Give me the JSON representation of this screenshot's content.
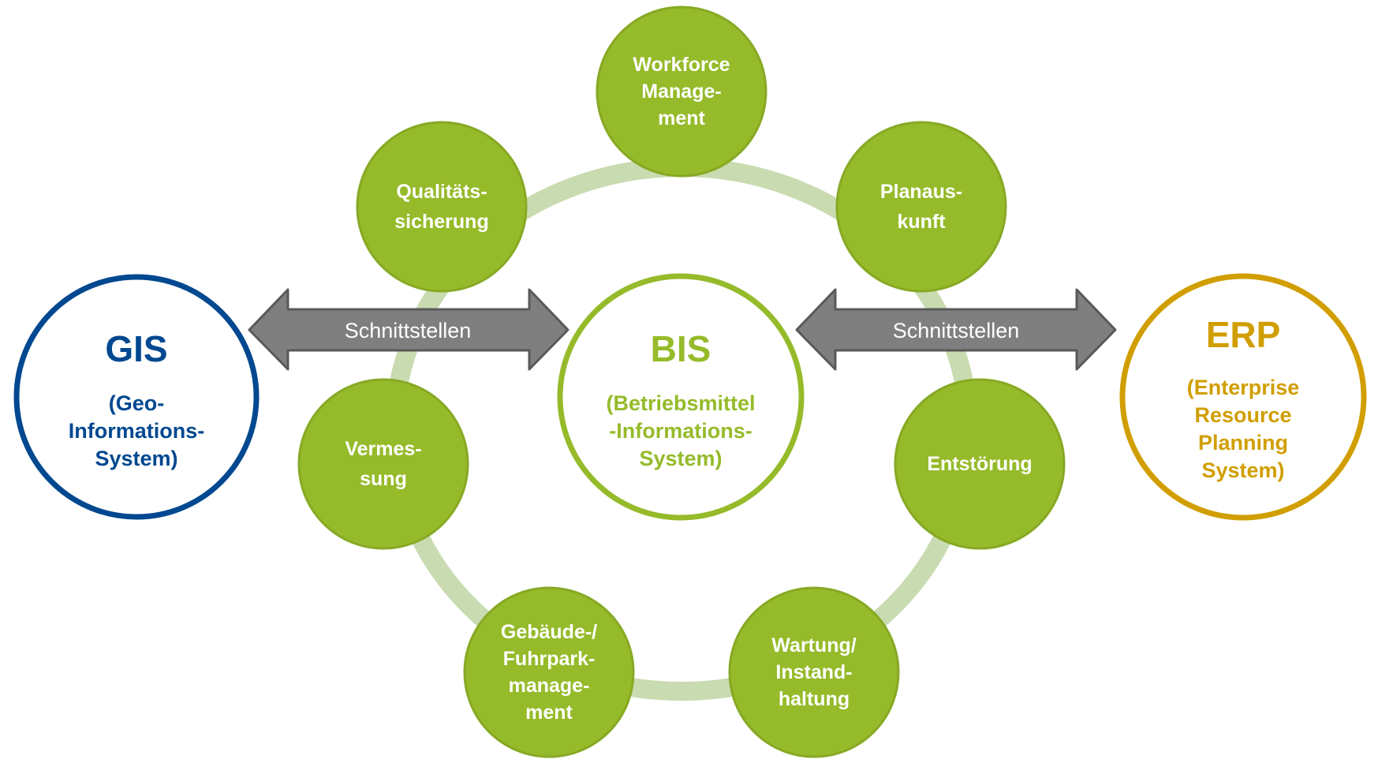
{
  "colors": {
    "ring": "#c9dbb0",
    "node_fill": "#95bb2a",
    "node_stroke": "#86a924",
    "gis": "#004890",
    "bis": "#95bb2a",
    "erp": "#d19e00",
    "arrow_fill": "#7f7f7f",
    "arrow_stroke": "#595959"
  },
  "systems": {
    "gis": {
      "title": "GIS",
      "subtitle_lines": [
        "(Geo-",
        "Informations-",
        "System)"
      ]
    },
    "bis": {
      "title": "BIS",
      "subtitle_lines": [
        "(Betriebsmittel",
        "-Informations-",
        "System)"
      ]
    },
    "erp": {
      "title": "ERP",
      "subtitle_lines": [
        "(Enterprise",
        "Resource",
        "Planning",
        "System)"
      ]
    }
  },
  "interfaces": {
    "left": {
      "label": "Schnittstellen"
    },
    "right": {
      "label": "Schnittstellen"
    }
  },
  "modules": [
    {
      "id": "workforce",
      "lines": [
        "Workforce",
        "Manage-",
        "ment"
      ]
    },
    {
      "id": "planauskunft",
      "lines": [
        "Planaus-",
        "kunft"
      ]
    },
    {
      "id": "entstoerung",
      "lines": [
        "Entstörung"
      ]
    },
    {
      "id": "wartung",
      "lines": [
        "Wartung/",
        "Instand-",
        "haltung"
      ]
    },
    {
      "id": "gebaeude",
      "lines": [
        "Gebäude-/",
        "Fuhrpark-",
        "manage-",
        "ment"
      ]
    },
    {
      "id": "vermessung",
      "lines": [
        "Vermes-",
        "sung"
      ]
    },
    {
      "id": "qualitaet",
      "lines": [
        "Qualitäts-",
        "sicherung"
      ]
    }
  ]
}
